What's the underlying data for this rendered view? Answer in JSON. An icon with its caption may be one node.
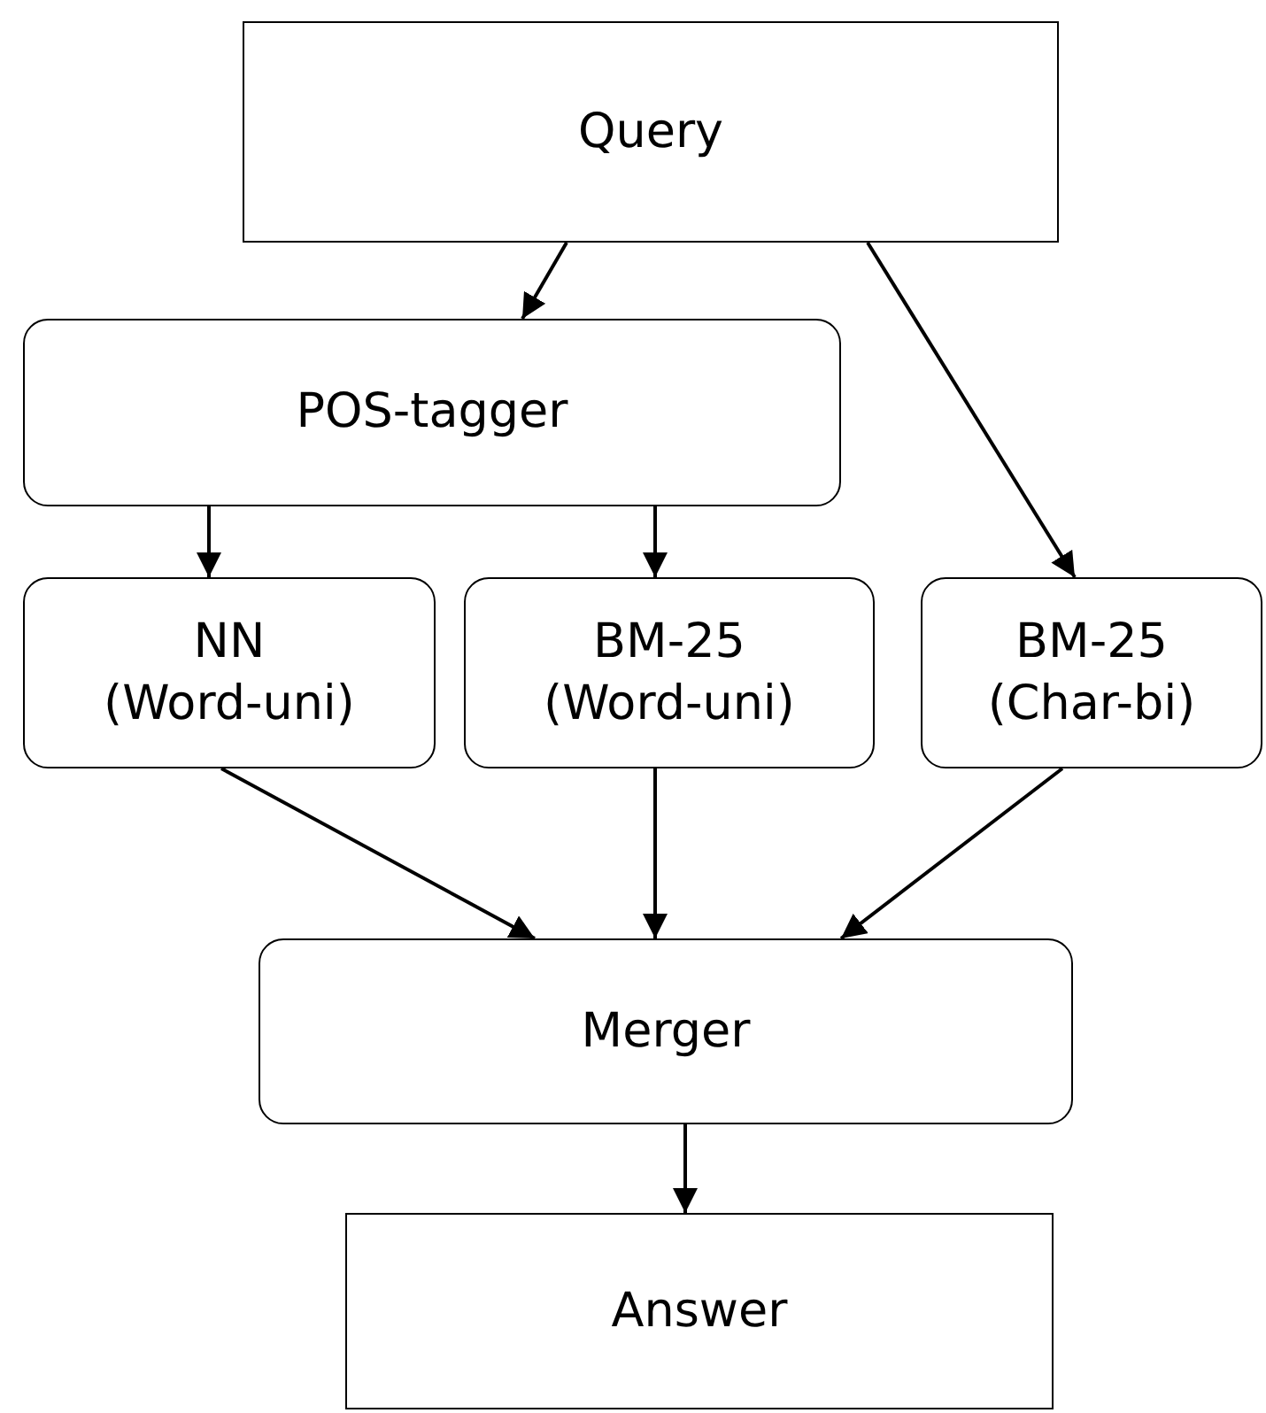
{
  "diagram": {
    "nodes": [
      {
        "text": [
          "Query"
        ]
      },
      {
        "text": [
          "POS-tagger"
        ]
      },
      {
        "text": [
          "NN (Word-uni)"
        ]
      },
      {
        "text": [
          "BM-25 (Word-uni)"
        ]
      },
      {
        "text": [
          "BM-25 (Char-bi)"
        ]
      },
      {
        "text": [
          "Merger"
        ]
      },
      {
        "text": [
          "Answer"
        ]
      }
    ],
    "edges": [
      {
        "from": 0,
        "to": 1,
        "arrow": "to"
      },
      {
        "from": 0,
        "to": 4,
        "arrow": "to"
      },
      {
        "from": 1,
        "to": 2,
        "arrow": "to"
      },
      {
        "from": 1,
        "to": 3,
        "arrow": "to"
      },
      {
        "from": 2,
        "to": 5,
        "arrow": "to"
      },
      {
        "from": 3,
        "to": 5,
        "arrow": "to"
      },
      {
        "from": 4,
        "to": 5,
        "arrow": "to"
      },
      {
        "from": 5,
        "to": 6,
        "arrow": "to"
      }
    ]
  }
}
